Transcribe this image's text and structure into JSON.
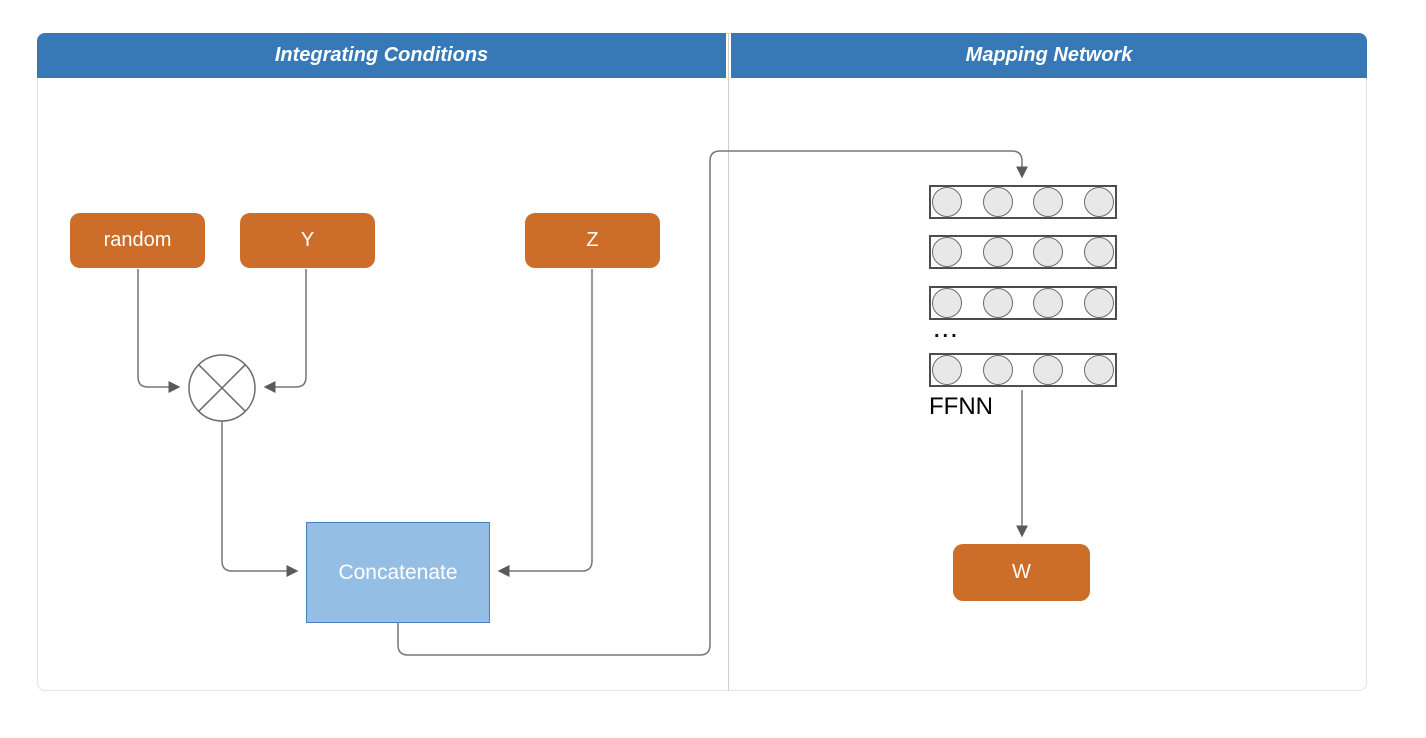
{
  "colors": {
    "header_bg": "#3779b7",
    "orange_node": "#cc6e2a",
    "concat_fill": "#95bee5",
    "concat_border": "#4d7ebf",
    "connector": "#767676",
    "arrowhead": "#5a5a5a",
    "unit_fill": "#e8e8e8",
    "unit_border": "#6b6b6b",
    "row_border": "#4d4d4d",
    "panel_border": "#e3e3e3",
    "divider": "#cfcfcf"
  },
  "panels": {
    "left": {
      "title": "Integrating Conditions"
    },
    "right": {
      "title": "Mapping Network"
    }
  },
  "integrating": {
    "random_label": "random",
    "y_label": "Y",
    "z_label": "Z",
    "concatenate_label": "Concatenate",
    "operator_icon": "circle-multiply-icon"
  },
  "mapping": {
    "ellipsis": "...",
    "ffnn_label": "FFNN",
    "w_label": "W",
    "layer_count": 4,
    "units_per_layer": 4
  }
}
